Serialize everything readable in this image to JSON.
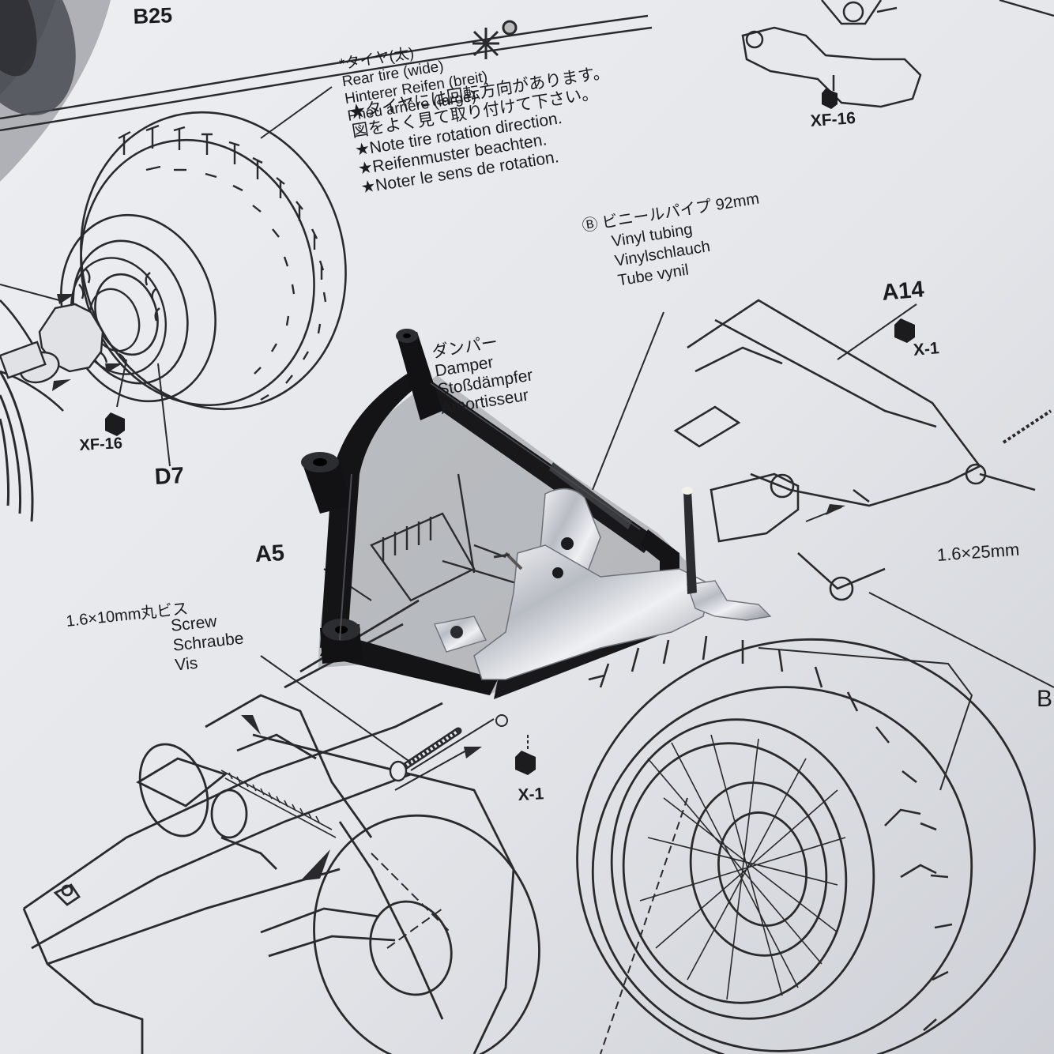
{
  "photo": {
    "colors": {
      "paper": "#e6e8ec",
      "paper_shade": "#c9ccd2",
      "ink": "#1c1c1e",
      "plastic_black": "#141416",
      "chrome": "#c9ccd2"
    },
    "labels": {
      "b25": "B25",
      "rear_tire": [
        "*タイヤ(太)",
        "Rear tire (wide)",
        "Hinterer Reifen (breit)",
        "Pneu arrière (large)"
      ],
      "rotation_note": [
        "★タイヤには回転方向があります。",
        "図をよく見て取り付けて下さい。",
        "★Note tire rotation direction.",
        "★Reifenmuster beachten.",
        "★Noter le sens de rotation."
      ],
      "xf16_top": "XF-16",
      "vinyl_tubing": [
        "Ⓑ ビニールパイプ 92mm",
        "Vinyl tubing",
        "Vinylschlauch",
        "Tube vynil"
      ],
      "a14": "A14",
      "x1_right": "X-1",
      "damper": [
        "ダンパー",
        "Damper",
        "Stoßdämpfer",
        "Amortisseur"
      ],
      "xf16_left": "XF-16",
      "d7": "D7",
      "a5": "A5",
      "screw_size": "1.6×10mm丸ビス",
      "screw_names": [
        "Screw",
        "Schraube",
        "Vis"
      ],
      "size_right": "1.6×25mm",
      "x1_bottom": "X-1",
      "edge_letter": "B"
    }
  }
}
